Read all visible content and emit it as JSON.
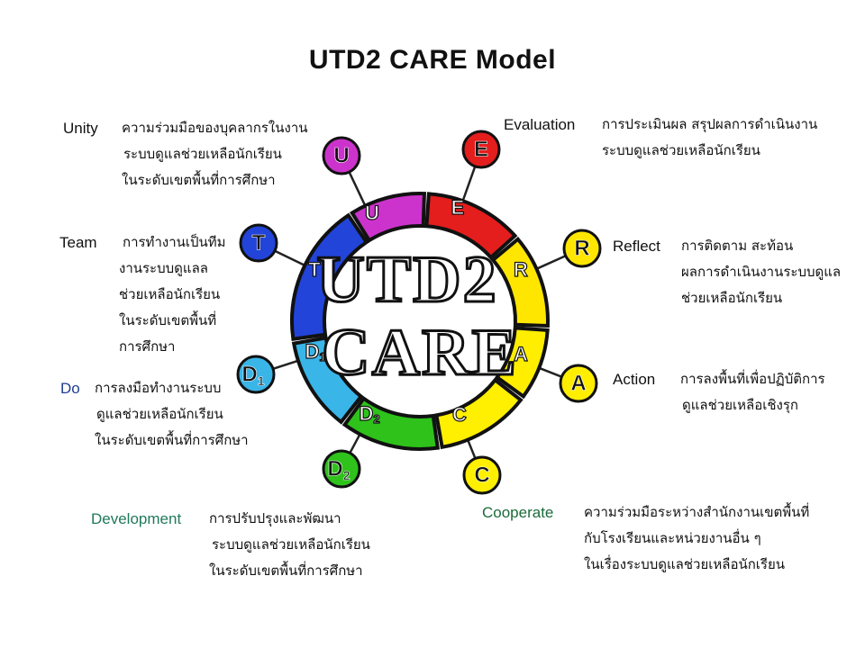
{
  "title": "UTD2 CARE Model",
  "center": {
    "line1": "UTD2",
    "line2": "CARE"
  },
  "segments": [
    {
      "label": "U",
      "color": "#cc33cc"
    },
    {
      "label": "E",
      "color": "#e41d1d"
    },
    {
      "label": "R",
      "color": "#ffe600"
    },
    {
      "label": "A",
      "color": "#ffee00"
    },
    {
      "label": "C",
      "color": "#ffef00"
    },
    {
      "label": "D",
      "sub": "2",
      "color": "#2ec21b"
    },
    {
      "label": "D",
      "sub": "1",
      "color": "#39b5e8"
    },
    {
      "label": "T",
      "color": "#2244d8"
    }
  ],
  "nodes": [
    {
      "label": "U",
      "color": "#cc33cc"
    },
    {
      "label": "E",
      "color": "#e41d1d"
    },
    {
      "label": "R",
      "color": "#ffe600"
    },
    {
      "label": "A",
      "color": "#ffee00"
    },
    {
      "label": "C",
      "color": "#ffef00"
    },
    {
      "label": "D",
      "sub": "2",
      "color": "#2ec21b"
    },
    {
      "label": "D",
      "sub": "1",
      "color": "#39b5e8"
    },
    {
      "label": "T",
      "color": "#2244d8"
    }
  ],
  "descriptions": {
    "unity": {
      "term": "Unity",
      "lines": [
        "ความร่วมมือของบุคลากรในงาน",
        "ระบบดูแลช่วยเหลือนักเรียน",
        "ในระดับเขตพื้นที่การศึกษา"
      ]
    },
    "evaluation": {
      "term": "Evaluation",
      "lines": [
        "การประเมินผล สรุปผลการดำเนินงาน",
        "ระบบดูแลช่วยเหลือนักเรียน"
      ]
    },
    "team": {
      "term": "Team",
      "lines": [
        "การทำงานเป็นทีม",
        "งานระบบดูแลล",
        "ช่วยเหลือนักเรียน",
        "ในระดับเขตพื้นที่",
        "การศึกษา"
      ]
    },
    "reflect": {
      "term": "Reflect",
      "lines": [
        "การติดตาม สะท้อน",
        "ผลการดำเนินงานระบบดูแล",
        "ช่วยเหลือนักเรียน"
      ]
    },
    "do": {
      "term": "Do",
      "lines": [
        "การลงมือทำงานระบบ",
        "ดูแลช่วยเหลือนักเรียน",
        "ในระดับเขตพื้นที่การศึกษา"
      ]
    },
    "action": {
      "term": "Action",
      "lines": [
        "การลงพื้นที่เพื่อปฏิบัติการ",
        "ดูแลช่วยเหลือเชิงรุก"
      ]
    },
    "development": {
      "term": "Development",
      "lines": [
        "การปรับปรุงและพัฒนา",
        "ระบบดูแลช่วยเหลือนักเรียน",
        "ในระดับเขตพื้นที่การศึกษา"
      ]
    },
    "cooperate": {
      "term": "Cooperate",
      "lines": [
        "ความร่วมมือระหว่างสำนักงานเขตพื้นที่",
        "กับโรงเรียนและหน่วยงานอื่น ๆ",
        "ในเรื่องระบบดูแลช่วยเหลือนักเรียน"
      ]
    }
  }
}
